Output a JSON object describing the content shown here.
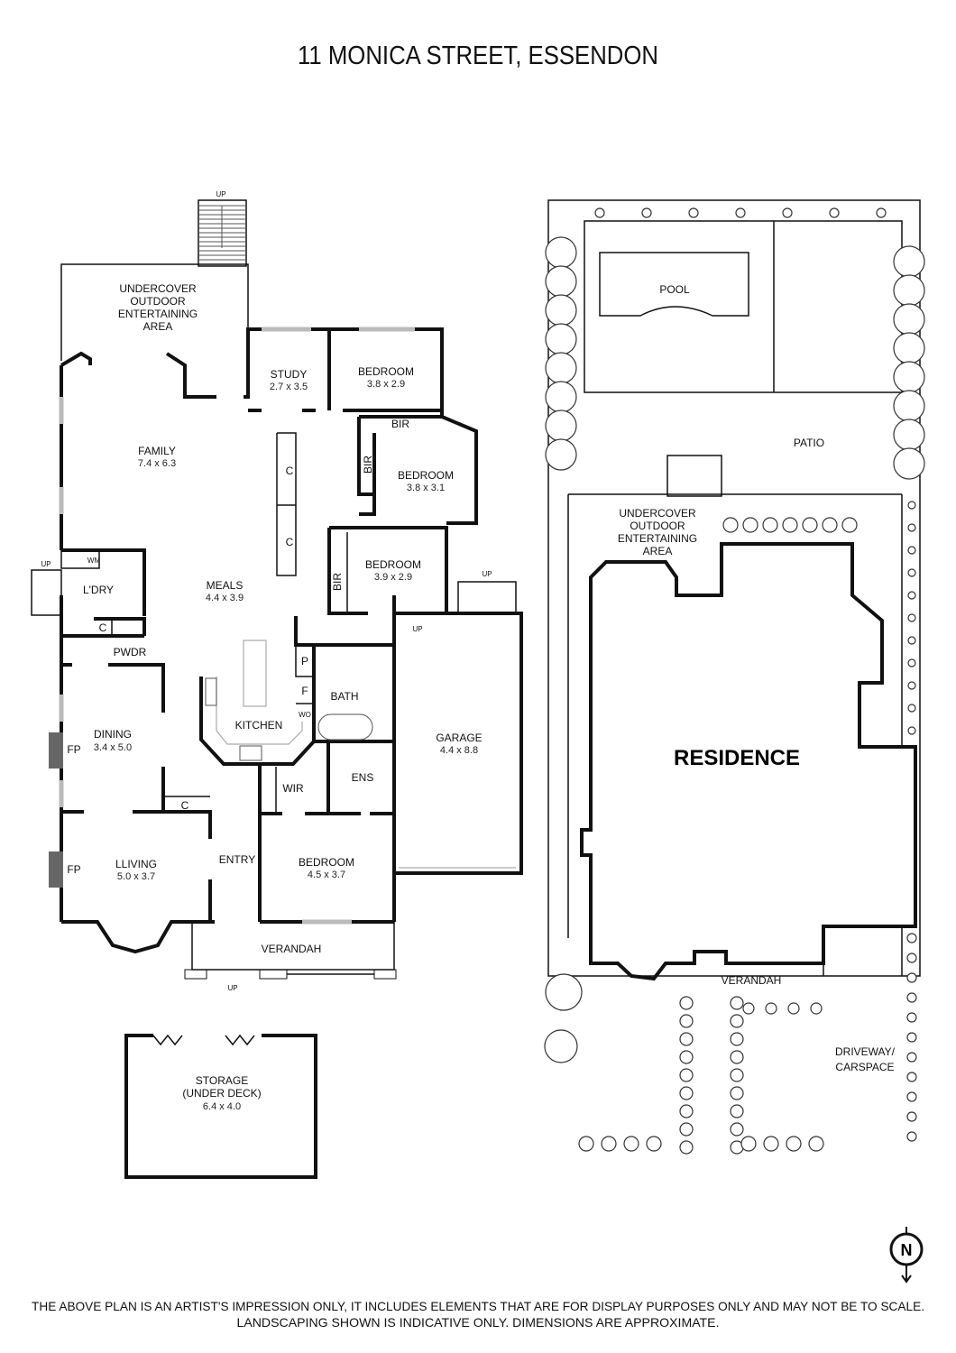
{
  "title": "11 MONICA STREET, ESSENDON",
  "floor_plan": {
    "undercover": [
      "UNDERCOVER",
      "OUTDOOR",
      "ENTERTAINING",
      "AREA"
    ],
    "study": {
      "name": "STUDY",
      "dims": "2.7 x 3.5"
    },
    "bedroom1": {
      "name": "BEDROOM",
      "dims": "3.8 x 2.9"
    },
    "bedroom2": {
      "name": "BEDROOM",
      "dims": "3.8 x 3.1"
    },
    "bedroom3": {
      "name": "BEDROOM",
      "dims": "3.9 x 2.9"
    },
    "bedroom4": {
      "name": "BEDROOM",
      "dims": "4.5 x 3.7"
    },
    "family": {
      "name": "FAMILY",
      "dims": "7.4 x 6.3"
    },
    "meals": {
      "name": "MEALS",
      "dims": "4.4 x 3.9"
    },
    "garage": {
      "name": "GARAGE",
      "dims": "4.4 x 8.8"
    },
    "dining": {
      "name": "DINING",
      "dims": "3.4 x 5.0"
    },
    "living": {
      "name": "LLIVING",
      "dims": "5.0 x 3.7"
    },
    "storage": {
      "name": "STORAGE",
      "sub": "(UNDER DECK)",
      "dims": "6.4 x 4.0"
    },
    "bir": "BIR",
    "cupboard": "C",
    "wm": "WM",
    "laundry": "L'DRY",
    "powder": "PWDR",
    "pantry": "P",
    "fridge": "F",
    "wall_oven": "WO",
    "bath": "BATH",
    "kitchen": "KITCHEN",
    "wir": "WIR",
    "ensuite": "ENS",
    "entry": "ENTRY",
    "fireplace": "FP",
    "verandah": "VERANDAH",
    "up": "UP"
  },
  "site_plan": {
    "pool": "POOL",
    "patio": "PATIO",
    "undercover": [
      "UNDERCOVER",
      "OUTDOOR",
      "ENTERTAINING",
      "AREA"
    ],
    "residence": "RESIDENCE",
    "verandah": "VERANDAH",
    "driveway": [
      "DRIVEWAY/",
      "CARSPACE"
    ]
  },
  "compass": "N",
  "disclaimer": [
    "THE ABOVE PLAN IS AN ARTIST'S IMPRESSION ONLY, IT INCLUDES ELEMENTS THAT ARE FOR DISPLAY PURPOSES ONLY AND MAY NOT BE TO SCALE.",
    "LANDSCAPING SHOWN IS INDICATIVE ONLY. DIMENSIONS ARE APPROXIMATE."
  ]
}
